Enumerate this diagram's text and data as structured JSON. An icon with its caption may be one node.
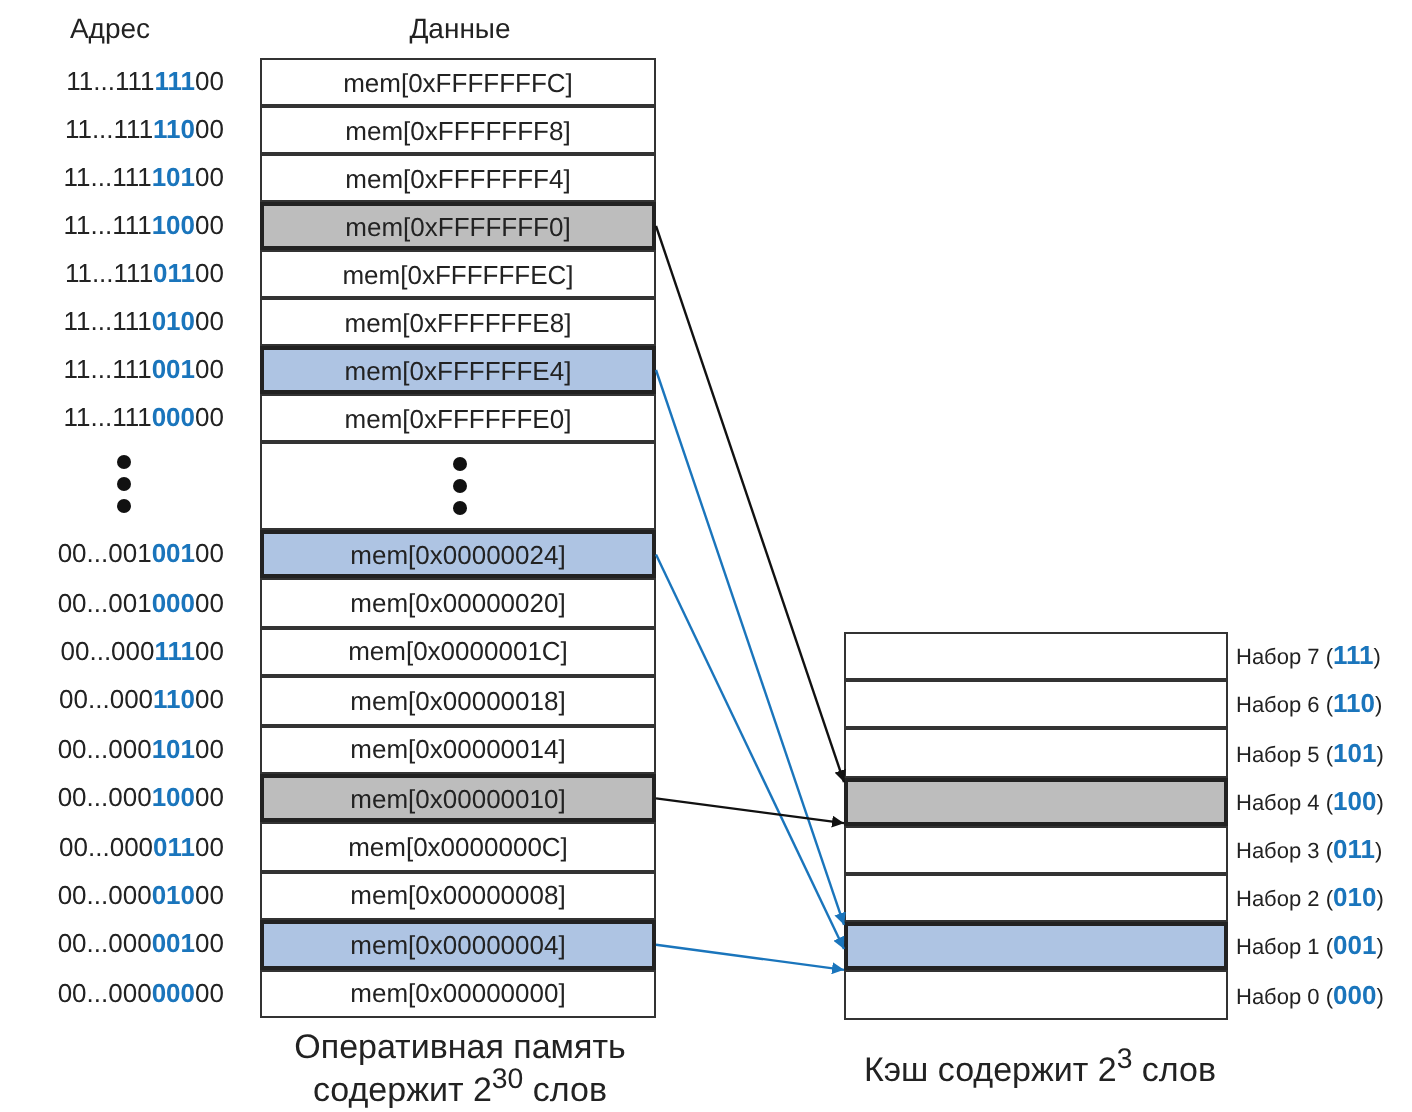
{
  "diagram": {
    "nodes": [
      {
        "text": [
          "mem[0xFFFFFFFC]"
        ],
        "beside": [
          "11...111**111**00"
        ]
      },
      {
        "text": [
          "mem[0xFFFFFFF8]"
        ],
        "beside": [
          "11...111**110**00"
        ]
      },
      {
        "text": [
          "mem[0xFFFFFFF4]"
        ],
        "beside": [
          "11...111**101**00"
        ]
      },
      {
        "text": [
          "mem[0xFFFFFFF0]"
        ],
        "beside": [
          "11...111**100**00"
        ]
      },
      {
        "text": [
          "mem[0xFFFFFFEC]"
        ],
        "beside": [
          "11...111**011**00"
        ]
      },
      {
        "text": [
          "mem[0xFFFFFFE8]"
        ],
        "beside": [
          "11...111**010**00"
        ]
      },
      {
        "text": [
          "mem[0xFFFFFFE4]"
        ],
        "beside": [
          "11...111**001**00"
        ]
      },
      {
        "text": [
          "mem[0xFFFFFFE0]"
        ],
        "beside": [
          "11...111**000**00"
        ]
      },
      {
        "text": [],
        "shape": "box"
      },
      {
        "text": [
          "mem[0x00000024]"
        ],
        "beside": [
          "00...001**001**00"
        ]
      },
      {
        "text": [
          "mem[0x00000020]"
        ],
        "beside": [
          "00...001**000**00"
        ]
      },
      {
        "text": [
          "mem[0x0000001C]"
        ],
        "beside": [
          "00...000**111**00"
        ]
      },
      {
        "text": [
          "mem[0x00000018]"
        ],
        "beside": [
          "00...000**110**00"
        ]
      },
      {
        "text": [
          "mem[0x00000014]"
        ],
        "beside": [
          "00...000**101**00"
        ]
      },
      {
        "text": [
          "mem[0x00000010]"
        ],
        "beside": [
          "00...000**100**00"
        ]
      },
      {
        "text": [
          "mem[0x0000000C]"
        ],
        "beside": [
          "00...000**011**00"
        ]
      },
      {
        "text": [
          "mem[0x00000008]"
        ],
        "beside": [
          "00...000**010**00"
        ]
      },
      {
        "text": [
          "mem[0x00000004]"
        ],
        "beside": [
          "00...000**001**00"
        ]
      },
      {
        "text": [
          "mem[0x00000000]"
        ],
        "beside": [
          "00...000**000**00"
        ]
      },
      {
        "text": [],
        "shape": "box",
        "beside": [
          "Набор 7 (**111**)"
        ]
      },
      {
        "text": [],
        "shape": "box",
        "beside": [
          "Набор 6 (**110**)"
        ]
      },
      {
        "text": [],
        "shape": "box",
        "beside": [
          "Набор 5 (**101**)"
        ]
      },
      {
        "text": [],
        "shape": "box",
        "beside": [
          "Набор 4 (**100**)"
        ]
      },
      {
        "text": [],
        "shape": "box",
        "beside": [
          "Набор 3 (**011**)"
        ]
      },
      {
        "text": [],
        "shape": "box",
        "beside": [
          "Набор 2 (**010**)"
        ]
      },
      {
        "text": [],
        "shape": "box",
        "beside": [
          "Набор 1 (**001**)"
        ]
      },
      {
        "text": [],
        "shape": "box",
        "beside": [
          "Набор 0 (**000**)"
        ]
      }
    ],
    "edges": [
      {
        "from": 3,
        "to": 22,
        "arrow": "to",
        "color": "#111111"
      },
      {
        "from": 6,
        "to": 25,
        "arrow": "to"
      },
      {
        "from": 9,
        "to": 25,
        "arrow": "to"
      },
      {
        "from": 14,
        "to": 22,
        "arrow": "to",
        "color": "#111111"
      },
      {
        "from": 17,
        "to": 25,
        "arrow": "to"
      }
    ],
    "labels": [
      "Адрес",
      "Данные",
      "Оперативная память содержит 2$^{30}$ слов",
      "Кэш содержит 2$^{3}$ слов"
    ]
  }
}
